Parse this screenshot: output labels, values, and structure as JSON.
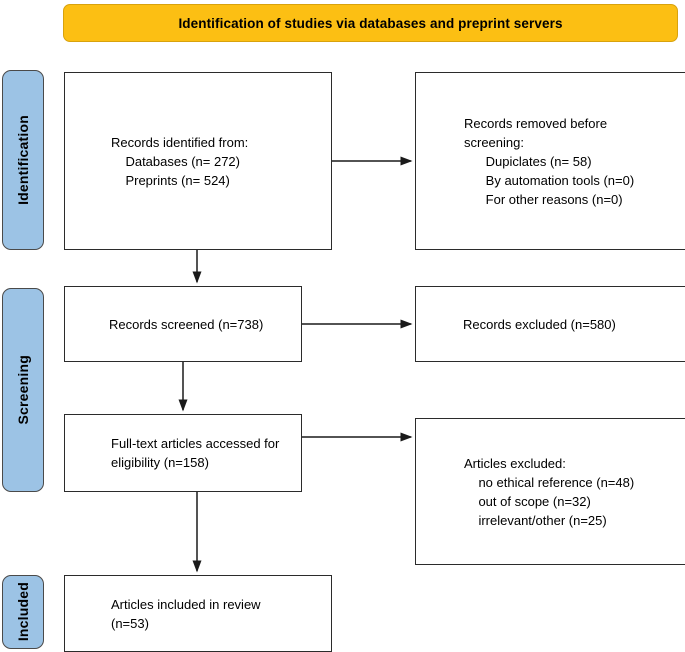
{
  "header": {
    "title": "Identification of studies via databases and preprint servers",
    "background_color": "#FCBF13"
  },
  "stages": {
    "accent_color": "#9CC3E5",
    "items": [
      {
        "label": "Identification"
      },
      {
        "label": "Screening"
      },
      {
        "label": "Included"
      }
    ]
  },
  "boxes": {
    "identified": {
      "text": "Records identified from:\n    Databases (n= 272)\n    Preprints (n= 524)"
    },
    "removed": {
      "text": "Records removed before\nscreening:\n      Dupiclates (n= 58)\n      By automation tools (n=0)\n      For other reasons (n=0)"
    },
    "screened": {
      "text": "Records screened (n=738)"
    },
    "excluded_screening": {
      "text": "Records excluded (n=580)"
    },
    "fulltext": {
      "text": "Full-text articles accessed for\neligibility (n=158)"
    },
    "excluded_articles": {
      "text": "Articles excluded:\n    no ethical reference (n=48)\n    out of scope (n=32)\n    irrelevant/other (n=25)"
    },
    "included": {
      "text": "Articles included in review\n(n=53)"
    }
  },
  "chart_data": {
    "type": "diagram",
    "title": "Identification of studies via databases and preprint servers",
    "nodes": [
      {
        "id": "identified",
        "stage": "Identification",
        "label": "Records identified from",
        "counts": {
          "Databases": 272,
          "Preprints": 524
        }
      },
      {
        "id": "removed",
        "stage": "Identification",
        "label": "Records removed before screening",
        "counts": {
          "Dupiclates": 58,
          "By automation tools": 0,
          "For other reasons": 0
        }
      },
      {
        "id": "screened",
        "stage": "Screening",
        "label": "Records screened",
        "counts": {
          "n": 738
        }
      },
      {
        "id": "excluded_screening",
        "stage": "Screening",
        "label": "Records excluded",
        "counts": {
          "n": 580
        }
      },
      {
        "id": "fulltext",
        "stage": "Screening",
        "label": "Full-text articles accessed for eligibility",
        "counts": {
          "n": 158
        }
      },
      {
        "id": "excluded_articles",
        "stage": "Screening",
        "label": "Articles excluded",
        "counts": {
          "no ethical reference": 48,
          "out of scope": 32,
          "irrelevant/other": 25
        }
      },
      {
        "id": "included",
        "stage": "Included",
        "label": "Articles included in review",
        "counts": {
          "n": 53
        }
      }
    ],
    "edges": [
      {
        "from": "identified",
        "to": "removed"
      },
      {
        "from": "identified",
        "to": "screened"
      },
      {
        "from": "screened",
        "to": "excluded_screening"
      },
      {
        "from": "screened",
        "to": "fulltext"
      },
      {
        "from": "fulltext",
        "to": "excluded_articles"
      },
      {
        "from": "fulltext",
        "to": "included"
      }
    ]
  }
}
